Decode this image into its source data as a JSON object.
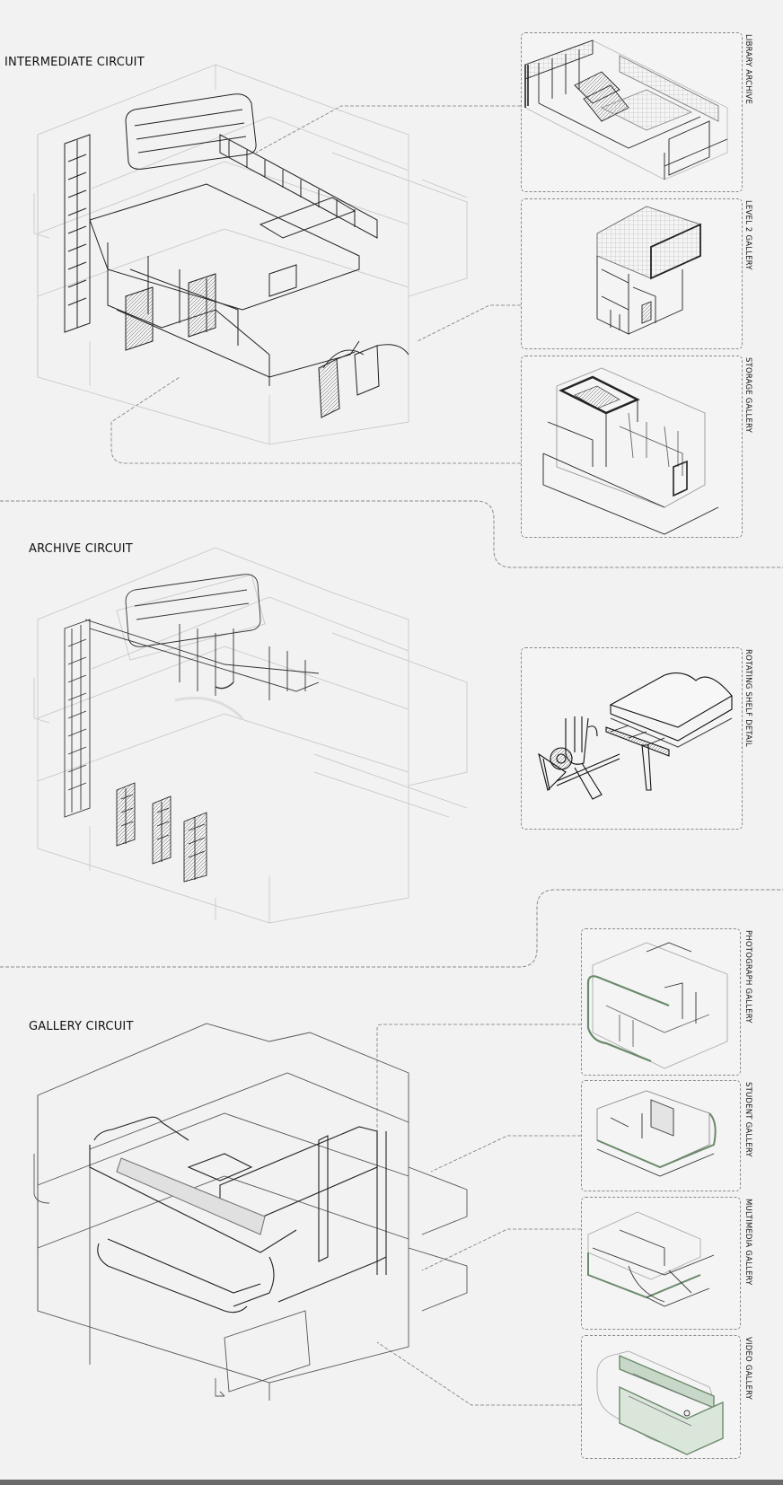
{
  "sections": [
    {
      "id": "intermediate",
      "title": "INTERMEDIATE CIRCUIT"
    },
    {
      "id": "archive",
      "title": "ARCHIVE CIRCUIT"
    },
    {
      "id": "gallery",
      "title": "GALLERY CIRCUIT"
    }
  ],
  "details": [
    {
      "label": "LIBRARY ARCHIVE"
    },
    {
      "label": "LEVEL 2 GALLERY"
    },
    {
      "label": "STORAGE GALLERY"
    },
    {
      "label": "ROTATING SHELF DETAIL"
    },
    {
      "label": "PHOTOGRAPH GALLERY"
    },
    {
      "label": "STUDENT GALLERY"
    },
    {
      "label": "MULTIMEDIA GALLERY"
    },
    {
      "label": "VIDEO GALLERY"
    }
  ],
  "colors": {
    "background": "#f2f2f2",
    "line": "#222222",
    "faint": "#b8b8b8",
    "accent_green": "#a9bfa9",
    "dash": "#8a8a8a"
  }
}
